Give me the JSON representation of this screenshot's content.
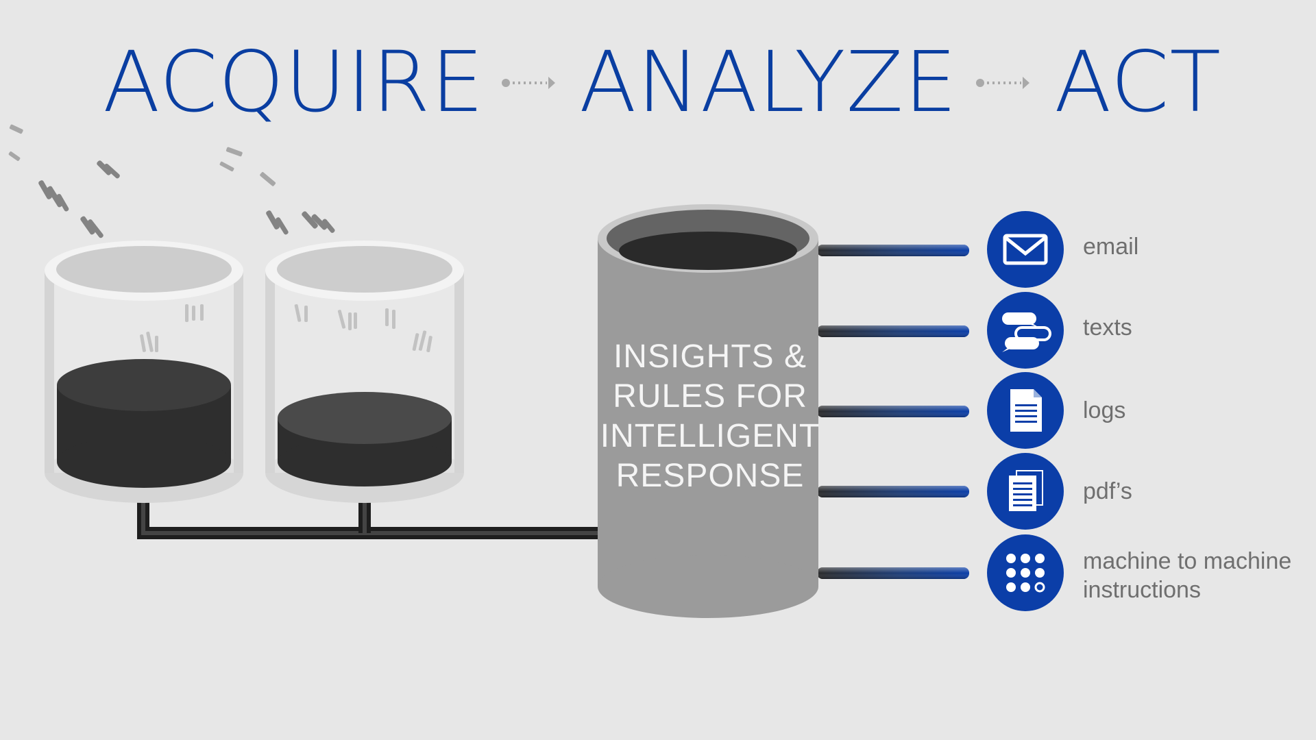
{
  "headings": {
    "acquire": "ACQUIRE",
    "analyze": "ANALYZE",
    "act": "ACT"
  },
  "analyze_tank": {
    "lines": [
      "INSIGHTS &",
      "RULES FOR",
      "INTELLIGENT",
      "RESPONSE"
    ]
  },
  "outputs": [
    {
      "label": "email",
      "icon": "envelope-icon"
    },
    {
      "label": "texts",
      "icon": "chat-bubbles-icon"
    },
    {
      "label": "logs",
      "icon": "document-icon"
    },
    {
      "label": "pdf’s",
      "icon": "stacked-documents-icon"
    },
    {
      "label_line1": "machine to machine",
      "label_line2": "instructions",
      "icon": "dot-grid-icon"
    }
  ],
  "colors": {
    "brand_blue": "#0a3ea1",
    "icon_blue": "#0b3ea8",
    "background": "#e7e7e7",
    "label_gray": "#6f6f6f",
    "tank_gray": "#9b9b9b",
    "liquid_dark": "#2e2e2e"
  }
}
